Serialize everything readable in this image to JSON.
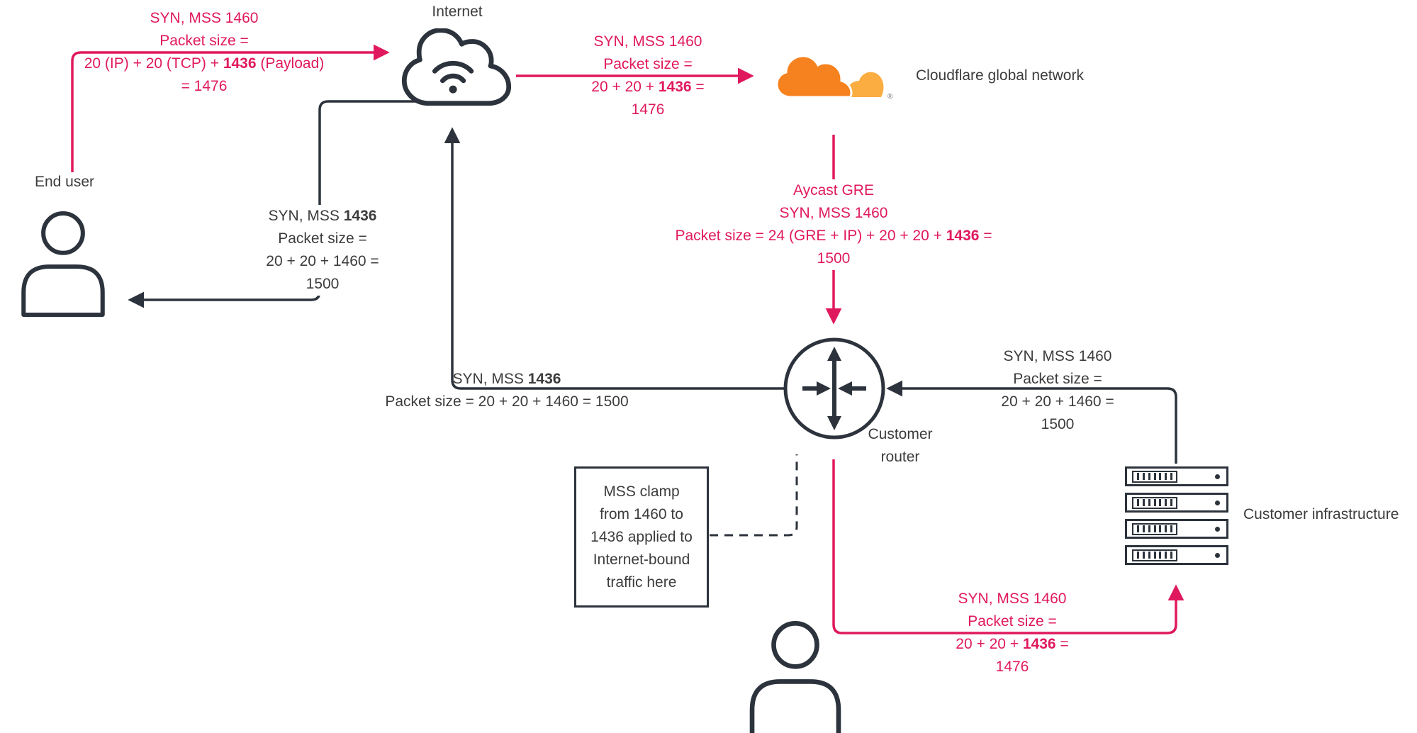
{
  "colors": {
    "pink": "#e0195e",
    "dark": "#2c333c",
    "text": "#3c3c3c",
    "cf_orange": "#f6821f",
    "cf_light": "#fbad41"
  },
  "nodes": {
    "internet": {
      "label": "Internet",
      "icon": "internet-cloud-icon"
    },
    "end_user": {
      "label": "End user",
      "icon": "person-icon"
    },
    "cloudflare": {
      "label": "Cloudflare global network",
      "icon": "cloudflare-logo",
      "reg_mark": "®"
    },
    "customer_router": {
      "label_lines": [
        "Customer",
        "router"
      ],
      "icon": "router-icon"
    },
    "customer_infrastructure": {
      "label": "Customer infrastructure",
      "icon": "server-stack-icon"
    },
    "bottom_user": {
      "icon": "person-icon"
    }
  },
  "flow_labels": {
    "user_to_internet": {
      "color": "pink",
      "lines": [
        [
          {
            "t": "SYN, MSS 1460"
          }
        ],
        [
          {
            "t": "Packet size ="
          }
        ],
        [
          {
            "t": "20 (IP) + 20 (TCP) + "
          },
          {
            "t": "1436",
            "b": true
          },
          {
            "t": " (Payload)"
          }
        ],
        [
          {
            "t": "= 1476"
          }
        ]
      ]
    },
    "internet_to_cloudflare": {
      "color": "pink",
      "lines": [
        [
          {
            "t": "SYN, MSS 1460"
          }
        ],
        [
          {
            "t": "Packet size ="
          }
        ],
        [
          {
            "t": "20 + 20 + "
          },
          {
            "t": "1436",
            "b": true
          },
          {
            "t": " ="
          }
        ],
        [
          {
            "t": "1476"
          }
        ]
      ]
    },
    "cloudflare_to_router": {
      "color": "pink",
      "lines": [
        [
          {
            "t": "Aycast GRE"
          }
        ],
        [
          {
            "t": "SYN, MSS 1460"
          }
        ],
        [
          {
            "t": "Packet size = 24 (GRE + IP) + 20 + 20 + "
          },
          {
            "t": "1436",
            "b": true
          },
          {
            "t": " ="
          }
        ],
        [
          {
            "t": "1500"
          }
        ]
      ]
    },
    "internet_to_user": {
      "color": "dark",
      "lines": [
        [
          {
            "t": "SYN, MSS "
          },
          {
            "t": "1436",
            "b": true
          }
        ],
        [
          {
            "t": "Packet size ="
          }
        ],
        [
          {
            "t": "20 + 20 + 1460 ="
          }
        ],
        [
          {
            "t": "1500"
          }
        ]
      ]
    },
    "router_to_internet": {
      "color": "dark",
      "lines": [
        [
          {
            "t": "SYN, MSS "
          },
          {
            "t": "1436",
            "b": true
          }
        ],
        [
          {
            "t": "Packet size = 20 + 20 + 1460 = 1500"
          }
        ]
      ]
    },
    "infrastructure_to_router": {
      "color": "dark",
      "lines": [
        [
          {
            "t": "SYN, MSS 1460"
          }
        ],
        [
          {
            "t": "Packet size ="
          }
        ],
        [
          {
            "t": "20 + 20 + 1460 ="
          }
        ],
        [
          {
            "t": "1500"
          }
        ]
      ]
    },
    "router_to_infrastructure": {
      "color": "pink",
      "lines": [
        [
          {
            "t": "SYN, MSS 1460"
          }
        ],
        [
          {
            "t": "Packet size ="
          }
        ],
        [
          {
            "t": "20 + 20 + "
          },
          {
            "t": "1436",
            "b": true
          },
          {
            "t": " ="
          }
        ],
        [
          {
            "t": "1476"
          }
        ]
      ]
    }
  },
  "mss_clamp_box": {
    "lines": [
      "MSS clamp",
      "from 1460 to",
      "1436 applied to",
      "Internet-bound",
      "traffic here"
    ]
  }
}
